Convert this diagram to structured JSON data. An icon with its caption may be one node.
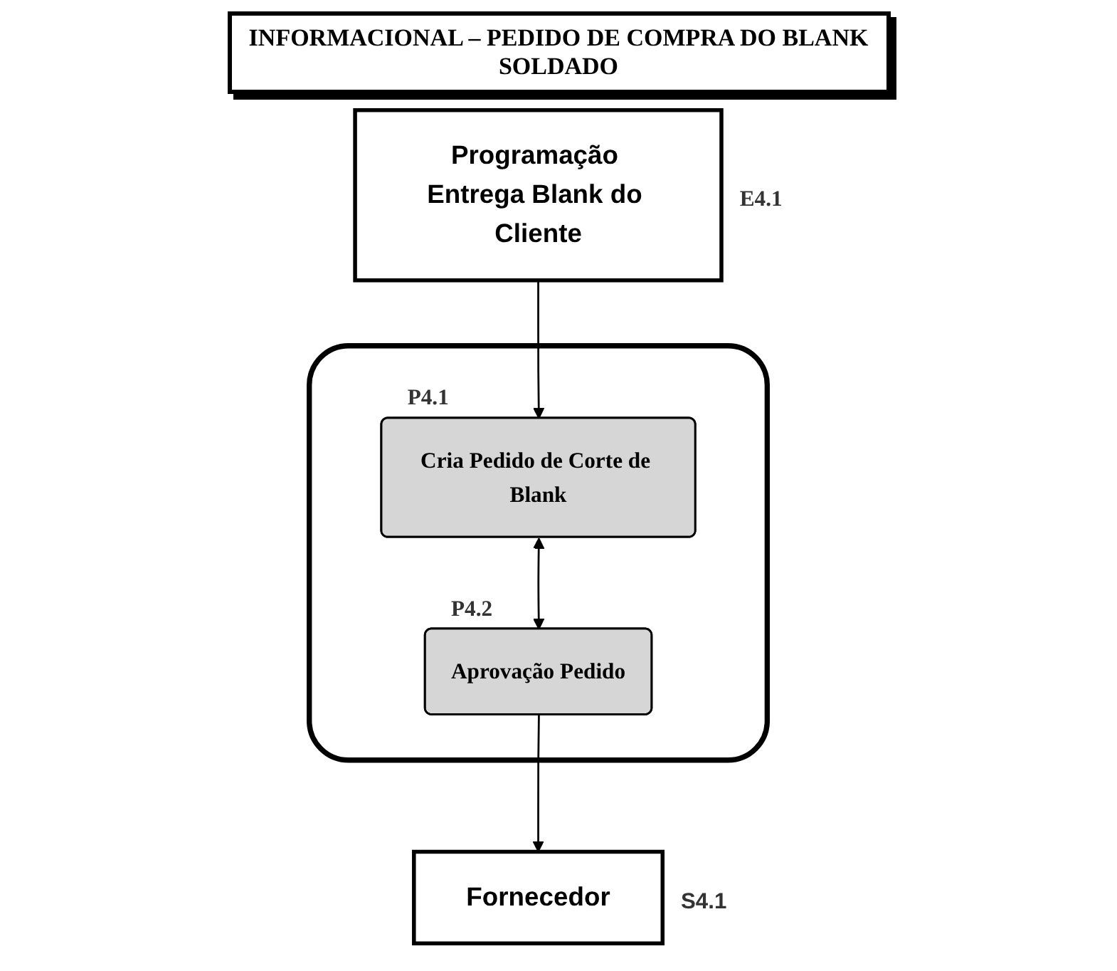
{
  "diagram": {
    "title": "INFORMACIONAL – PEDIDO DE COMPRA DO BLANK SOLDADO",
    "nodes": [
      {
        "text": [
          "Programação Entrega Blank do Cliente"
        ],
        "beside": [
          "E4.1"
        ]
      },
      {
        "text": [],
        "shape": "box"
      },
      {
        "text": [
          "Cria Pedido de Corte de Blank"
        ],
        "beside": [
          "P4.1"
        ],
        "in": 1
      },
      {
        "text": [
          "Aprovação Pedido"
        ],
        "beside": [
          "P4.2"
        ],
        "in": 1
      },
      {
        "text": [
          "Fornecedor"
        ],
        "beside": [
          "S4.1"
        ]
      }
    ],
    "edges": [
      {
        "from": 0,
        "to": 2,
        "arrow": "to"
      },
      {
        "from": 2,
        "to": 3,
        "arrow": "both"
      },
      {
        "from": 3,
        "to": 4,
        "arrow": "to"
      }
    ]
  }
}
